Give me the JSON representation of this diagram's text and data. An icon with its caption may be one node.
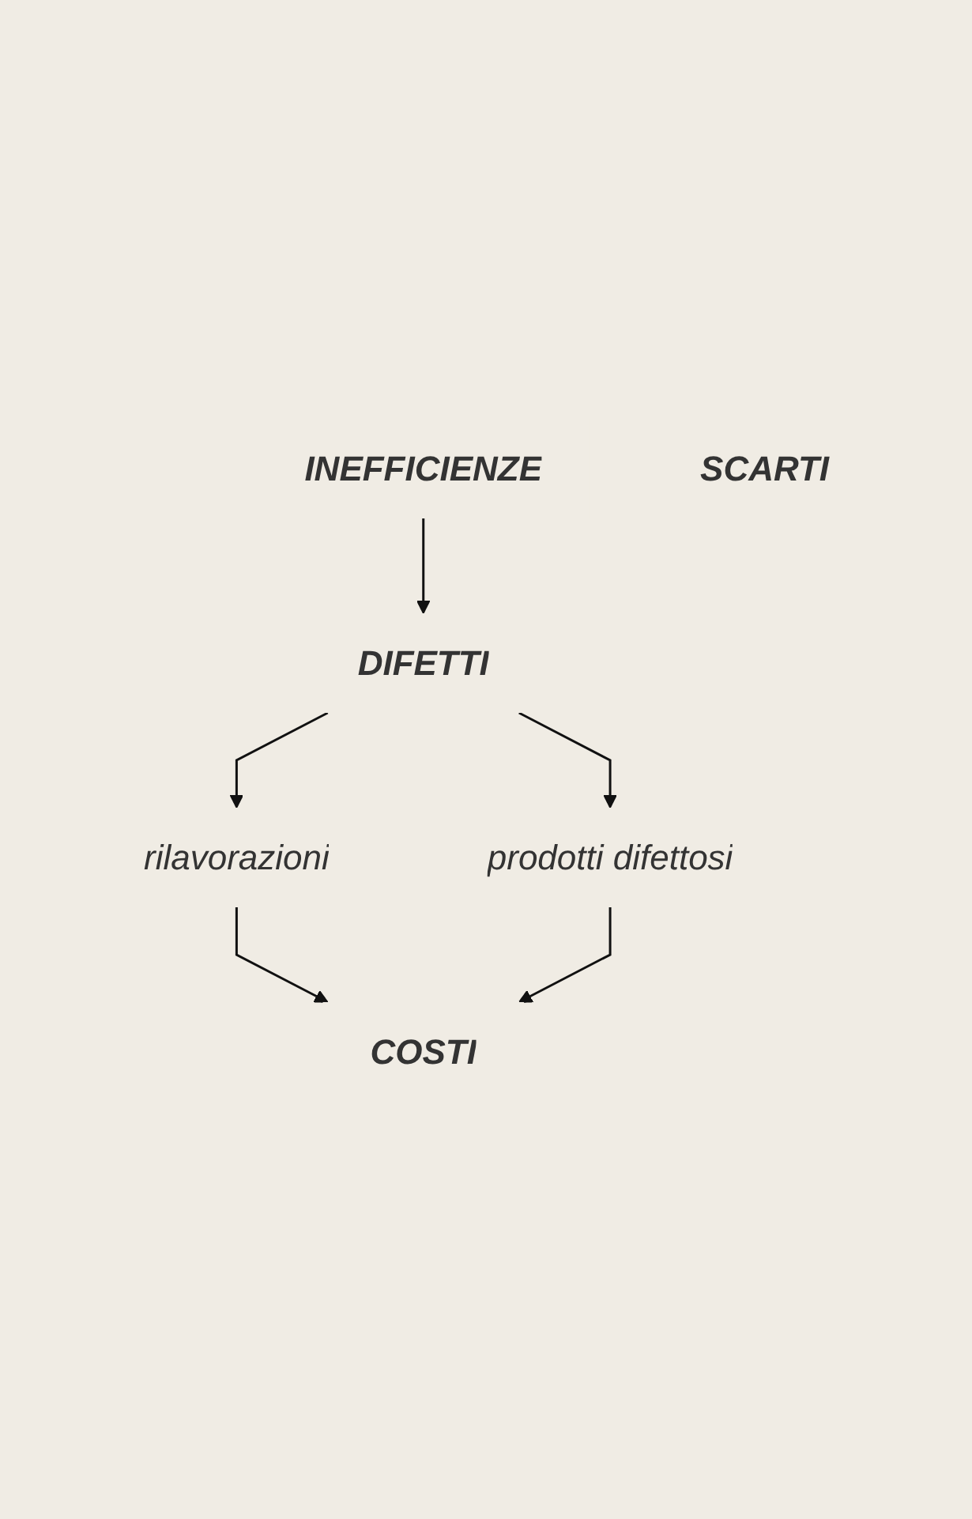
{
  "diagram": {
    "nodes": [
      {
        "text": [
          "INEFFICIENZE"
        ]
      },
      {
        "text": [
          "DIFETTI"
        ]
      },
      {
        "text": [
          "rilavorazioni"
        ]
      },
      {
        "text": [
          "prodotti difettosi"
        ]
      },
      {
        "text": [
          "COSTI"
        ]
      },
      {
        "text": [
          "SCARTI"
        ]
      }
    ],
    "edges": [
      {
        "from": 0,
        "to": 1,
        "arrow": "to"
      },
      {
        "from": 1,
        "to": 2,
        "arrow": "to"
      },
      {
        "from": 1,
        "to": 3,
        "arrow": "to"
      },
      {
        "from": 2,
        "to": 4,
        "arrow": "to"
      },
      {
        "from": 3,
        "to": 4,
        "arrow": "to"
      }
    ]
  }
}
